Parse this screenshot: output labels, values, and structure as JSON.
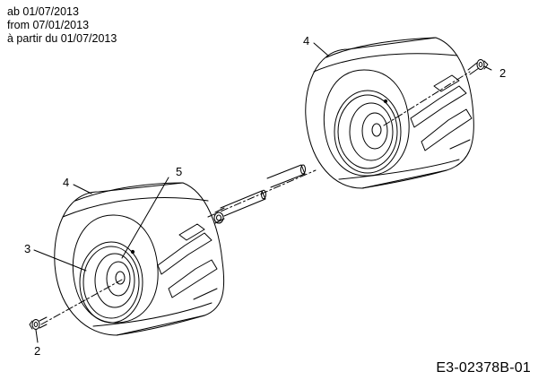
{
  "header": {
    "dates": [
      "ab 01/07/2013",
      "from 07/01/2013",
      "à partir du 01/07/2013"
    ]
  },
  "callouts": {
    "bolt_right": "2",
    "tire_right": "4",
    "tire_left": "4",
    "key": "5",
    "rim": "3",
    "bolt_left": "2"
  },
  "footer": {
    "drawing_id": "E3-02378B-01"
  }
}
